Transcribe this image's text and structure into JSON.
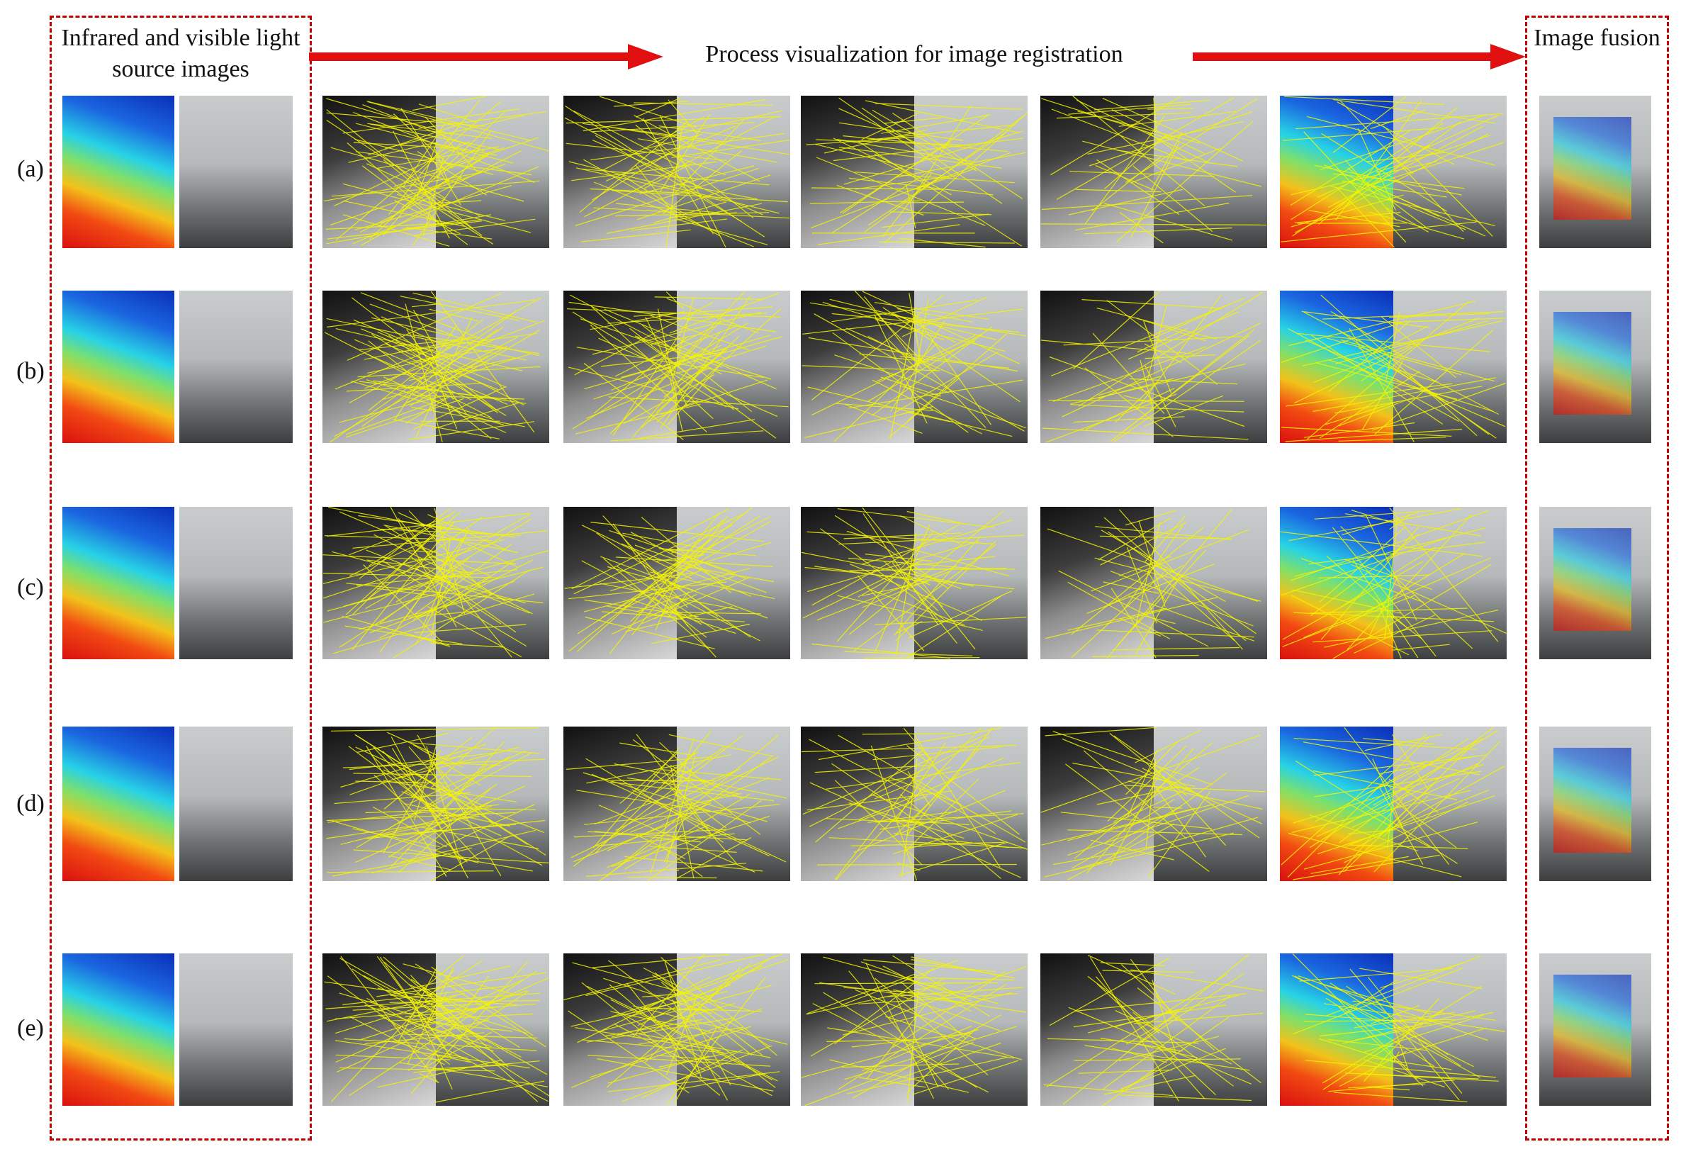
{
  "headers": {
    "left": "Infrared and visible light source images",
    "middle": "Process visualization for image registration",
    "right": "Image fusion"
  },
  "row_labels": [
    "(a)",
    "(b)",
    "(c)",
    "(d)",
    "(e)"
  ],
  "colors": {
    "accent_red": "#e11010",
    "dashed_border": "#c00000",
    "match_lines": "#f4f400"
  }
}
